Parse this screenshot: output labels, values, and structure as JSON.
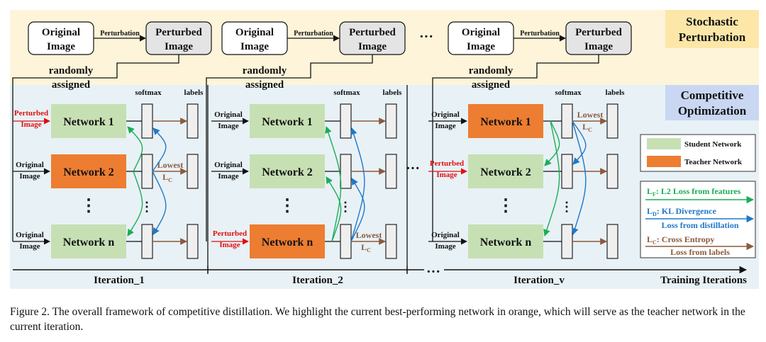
{
  "sections": {
    "perturbation": "Stochastic Perturbation",
    "perturbation_l1": "Stochastic",
    "perturbation_l2": "Perturbation",
    "competitive_l1": "Competitive",
    "competitive_l2": "Optimization"
  },
  "top_boxes": {
    "original_l1": "Original",
    "original_l2": "Image",
    "perturbed_l1": "Perturbed",
    "perturbed_l2": "Image",
    "arrow_label": "Perturbation",
    "assign_l1": "randomly",
    "assign_l2": "assigned",
    "ellipsis": "···"
  },
  "columns": {
    "softmax": "softmax",
    "labels": "labels"
  },
  "inputs": {
    "orig_l1": "Original",
    "orig_l2": "Image",
    "pert_l1": "Perturbed",
    "pert_l2": "Image"
  },
  "networks": {
    "n1": "Network 1",
    "n2": "Network 2",
    "nn": "Network n",
    "dots": "⋮"
  },
  "lowest": {
    "word": "Lowest",
    "loss": "L",
    "sub": "C"
  },
  "iterations": [
    "Iteration_1",
    "Iteration_2",
    "Iteration_v"
  ],
  "axis_label": "Training Iterations",
  "legend": {
    "student": "Student Network",
    "teacher": "Teacher Network",
    "lf_sym": "L",
    "lf_sub": "F",
    "lf_text": ": L2 Loss from features",
    "ld_sym": "L",
    "ld_sub": "D",
    "ld_text": ":  KL Divergence",
    "ld_text2": "Loss from distillation",
    "lc_sym": "L",
    "lc_sub": "C",
    "lc_text": ":  Cross Entropy",
    "lc_text2": "Loss from labels"
  },
  "colors": {
    "perturbation_bg": "#fdf4d9",
    "perturbation_label_bg": "#fde7a8",
    "competitive_bg": "#e8f1f6",
    "competitive_label_bg": "#c9d7f2",
    "student": "#c6e0b4",
    "teacher": "#ed7d31",
    "feature_arrow": "#1aae55",
    "distill_arrow": "#1f78c8",
    "label_arrow": "#8b5a3c",
    "perturbed_text": "#e01010",
    "perturbed_box": "#e4e4e4"
  },
  "caption": "Figure 2. The overall framework of competitive distillation. We highlight the current best-performing network in orange, which will serve as the teacher network in the current iteration."
}
